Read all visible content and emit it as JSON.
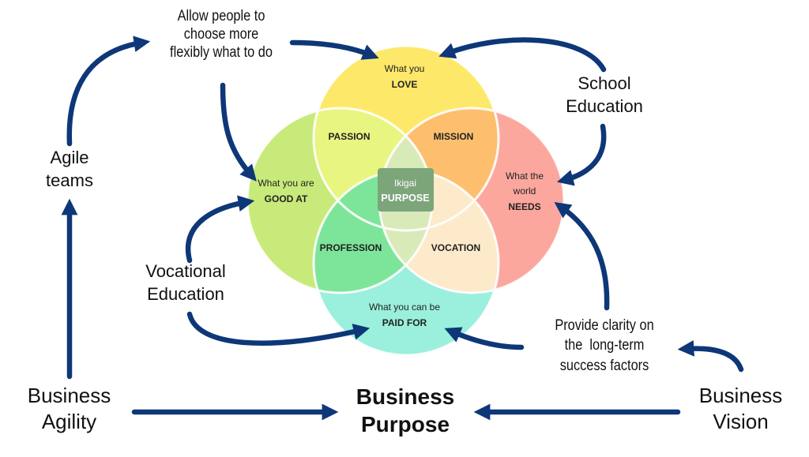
{
  "colors": {
    "arrow": "#0d3778",
    "love": "#fde86a",
    "good_at": "#c8ea7a",
    "needs": "#fba79e",
    "paid_for": "#9af0dc",
    "passion": "#e8f580",
    "mission": "#fdbf6e",
    "profession": "#7de59a",
    "vocation": "#fdeacb",
    "center": "#7ca57a"
  },
  "circles": {
    "love": {
      "line1": "What you",
      "line2": "LOVE"
    },
    "good_at": {
      "line1": "What you are",
      "line2": "GOOD AT"
    },
    "needs": {
      "line1": "What the",
      "line2": "world",
      "line3": "NEEDS"
    },
    "paid_for": {
      "line1": "What you can be",
      "line2": "PAID FOR"
    }
  },
  "overlaps": {
    "passion": "PASSION",
    "mission": "MISSION",
    "profession": "PROFESSION",
    "vocation": "VOCATION"
  },
  "center": {
    "line1": "Ikigai",
    "line2": "PURPOSE"
  },
  "labels": {
    "allow": [
      "Allow people to",
      "choose more",
      "flexibly what to do"
    ],
    "school": [
      "School",
      "Education"
    ],
    "agile": [
      "Agile",
      "teams"
    ],
    "vocational": [
      "Vocational",
      "Education"
    ],
    "clarity": [
      "Provide clarity on",
      "the  long-term",
      "success factors"
    ],
    "business_agility": [
      "Business",
      "Agility"
    ],
    "business_purpose": [
      "Business",
      "Purpose"
    ],
    "business_vision": [
      "Business",
      "Vision"
    ]
  }
}
